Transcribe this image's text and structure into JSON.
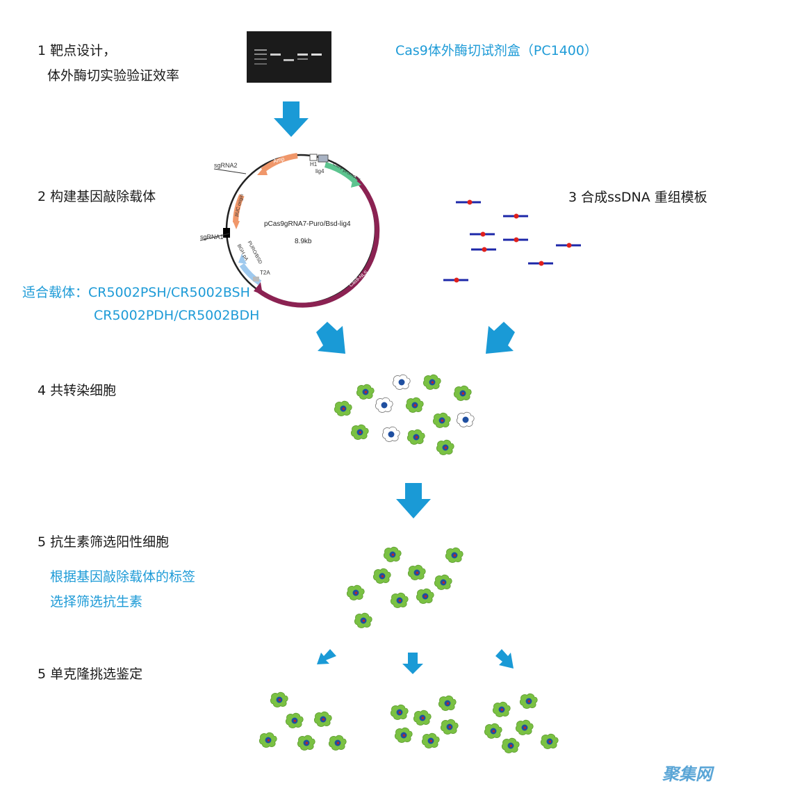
{
  "steps": {
    "s1_line1": "1 靶点设计，",
    "s1_line2": "体外酶切实验验证效率",
    "s2": "2 构建基因敲除载体",
    "s3": "3 合成ssDNA 重组模板",
    "s4": "4 共转染细胞",
    "s5a": "5 抗生素筛选阳性细胞",
    "s5b": "5 单克隆挑选鉴定"
  },
  "notes": {
    "kit": "Cas9体外酶切试剂盒（PC1400）",
    "vectors_line1": "适合载体：CR5002PSH/CR5002BSH",
    "vectors_line2": "CR5002PDH/CR5002BDH",
    "select_line1": "根据基因敲除载体的标签",
    "select_line2": "选择筛选抗生素"
  },
  "plasmid": {
    "name": "pCas9gRNA7-Puro/Bsd-lig4",
    "size": "8.9kb",
    "labels": {
      "sgRNA2": "sgRNA2",
      "sgRNA1": "sgRNA1",
      "H1": "H1",
      "lig4": "lig4",
      "Amp": "Amp",
      "CMV": "CMV promoter",
      "pUC": "pUC origin",
      "Cas9": "Cas9-NLS",
      "T2A": "T2A",
      "Puro": "PURO/BSD",
      "BGH": "BGH pA"
    }
  },
  "watermark": "聚集网",
  "colors": {
    "arrow": "#1a9ad6",
    "cell_green": "#7ac143",
    "nucleus_blue": "#1f4fa0",
    "nucleus_red": "#c0222a",
    "dna_line": "#1c27a8",
    "dna_dot": "#e0201c",
    "cas9": "#8b2252",
    "amp": "#f0976a",
    "cmv": "#5cc48f",
    "puro": "#9ec9ee"
  }
}
